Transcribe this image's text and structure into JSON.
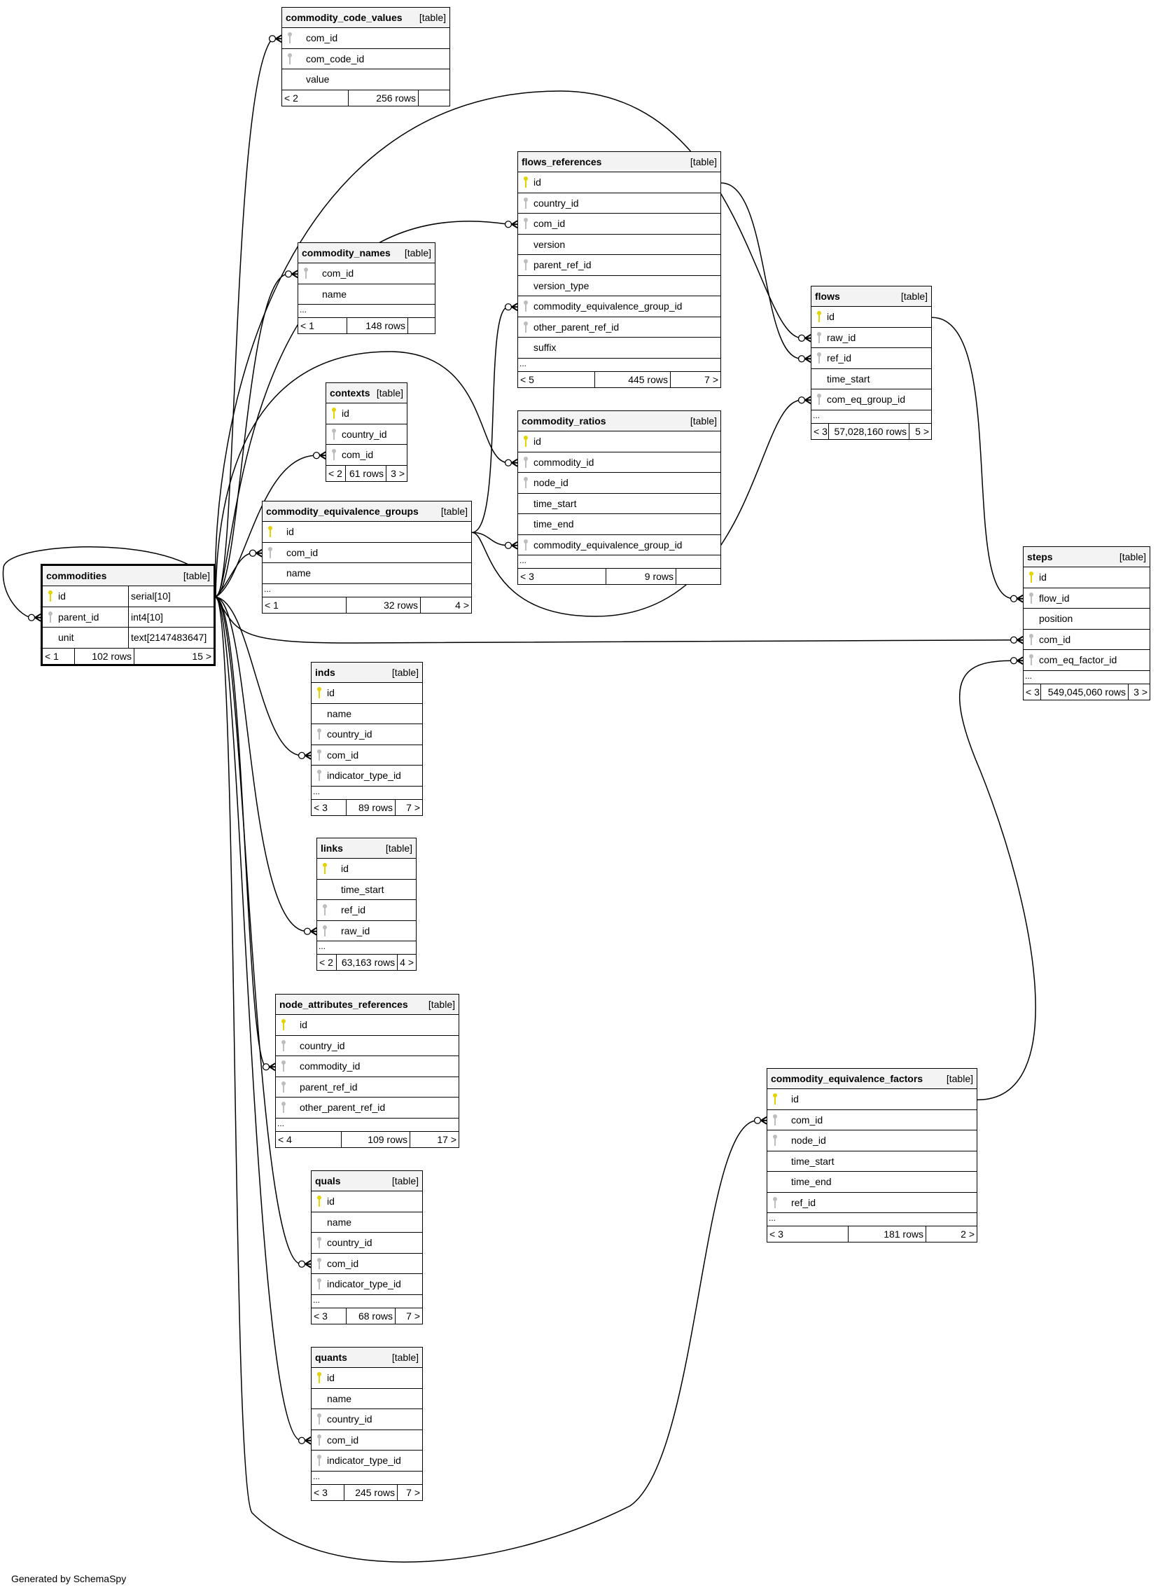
{
  "footer": "Generated by SchemaSpy",
  "colors": {
    "primary_key": "#e3d400",
    "foreign_key": "#bdbdbd",
    "header_bg": "#f3f3f3",
    "line": "#000000"
  },
  "tables": {
    "commodity_code_values": {
      "name": "commodity_code_values",
      "kind": "[table]",
      "columns": [
        {
          "name": "com_id",
          "key": "fk"
        },
        {
          "name": "com_code_id",
          "key": "fk"
        },
        {
          "name": "value",
          "key": ""
        }
      ],
      "more": "",
      "parents": "< 2",
      "rows": "256 rows",
      "children": ""
    },
    "flows_references": {
      "name": "flows_references",
      "kind": "[table]",
      "columns": [
        {
          "name": "id",
          "key": "pk"
        },
        {
          "name": "country_id",
          "key": "fk"
        },
        {
          "name": "com_id",
          "key": "fk"
        },
        {
          "name": "version",
          "key": ""
        },
        {
          "name": "parent_ref_id",
          "key": "fk"
        },
        {
          "name": "version_type",
          "key": ""
        },
        {
          "name": "commodity_equivalence_group_id",
          "key": "fk"
        },
        {
          "name": "other_parent_ref_id",
          "key": "fk"
        },
        {
          "name": "suffix",
          "key": ""
        }
      ],
      "more": "...",
      "parents": "< 5",
      "rows": "445 rows",
      "children": "7 >"
    },
    "commodity_names": {
      "name": "commodity_names",
      "kind": "[table]",
      "columns": [
        {
          "name": "com_id",
          "key": "fk"
        },
        {
          "name": "name",
          "key": ""
        }
      ],
      "more": "...",
      "parents": "< 1",
      "rows": "148 rows",
      "children": ""
    },
    "flows": {
      "name": "flows",
      "kind": "[table]",
      "columns": [
        {
          "name": "id",
          "key": "pk"
        },
        {
          "name": "raw_id",
          "key": "fk"
        },
        {
          "name": "ref_id",
          "key": "fk"
        },
        {
          "name": "time_start",
          "key": ""
        },
        {
          "name": "com_eq_group_id",
          "key": "fk"
        }
      ],
      "more": "...",
      "parents": "< 3",
      "rows": "57,028,160 rows",
      "children": "5 >"
    },
    "contexts": {
      "name": "contexts",
      "kind": "[table]",
      "columns": [
        {
          "name": "id",
          "key": "pk"
        },
        {
          "name": "country_id",
          "key": "fk"
        },
        {
          "name": "com_id",
          "key": "fk"
        }
      ],
      "more": "",
      "parents": "< 2",
      "rows": "61 rows",
      "children": "3 >"
    },
    "commodity_ratios": {
      "name": "commodity_ratios",
      "kind": "[table]",
      "columns": [
        {
          "name": "id",
          "key": "pk"
        },
        {
          "name": "commodity_id",
          "key": "fk"
        },
        {
          "name": "node_id",
          "key": "fk"
        },
        {
          "name": "time_start",
          "key": ""
        },
        {
          "name": "time_end",
          "key": ""
        },
        {
          "name": "commodity_equivalence_group_id",
          "key": "fk"
        }
      ],
      "more": "...",
      "parents": "< 3",
      "rows": "9 rows",
      "children": ""
    },
    "commodity_equivalence_groups": {
      "name": "commodity_equivalence_groups",
      "kind": "[table]",
      "columns": [
        {
          "name": "id",
          "key": "pk"
        },
        {
          "name": "com_id",
          "key": "fk"
        },
        {
          "name": "name",
          "key": ""
        }
      ],
      "more": "...",
      "parents": "< 1",
      "rows": "32 rows",
      "children": "4 >"
    },
    "commodities": {
      "name": "commodities",
      "kind": "[table]",
      "columns": [
        {
          "name": "id",
          "key": "pk",
          "type": "serial[10]"
        },
        {
          "name": "parent_id",
          "key": "fk",
          "type": "int4[10]"
        },
        {
          "name": "unit",
          "key": "",
          "type": "text[2147483647]"
        }
      ],
      "more": "",
      "parents": "< 1",
      "rows": "102 rows",
      "children": "15 >"
    },
    "steps": {
      "name": "steps",
      "kind": "[table]",
      "columns": [
        {
          "name": "id",
          "key": "pk"
        },
        {
          "name": "flow_id",
          "key": "fk"
        },
        {
          "name": "position",
          "key": ""
        },
        {
          "name": "com_id",
          "key": "fk"
        },
        {
          "name": "com_eq_factor_id",
          "key": "fk"
        }
      ],
      "more": "...",
      "parents": "< 3",
      "rows": "549,045,060 rows",
      "children": "3 >"
    },
    "inds": {
      "name": "inds",
      "kind": "[table]",
      "columns": [
        {
          "name": "id",
          "key": "pk"
        },
        {
          "name": "name",
          "key": ""
        },
        {
          "name": "country_id",
          "key": "fk"
        },
        {
          "name": "com_id",
          "key": "fk"
        },
        {
          "name": "indicator_type_id",
          "key": "fk"
        }
      ],
      "more": "...",
      "parents": "< 3",
      "rows": "89 rows",
      "children": "7 >"
    },
    "links": {
      "name": "links",
      "kind": "[table]",
      "columns": [
        {
          "name": "id",
          "key": "pk"
        },
        {
          "name": "time_start",
          "key": ""
        },
        {
          "name": "ref_id",
          "key": "fk"
        },
        {
          "name": "raw_id",
          "key": "fk"
        }
      ],
      "more": "...",
      "parents": "< 2",
      "rows": "63,163 rows",
      "children": "4 >"
    },
    "node_attributes_references": {
      "name": "node_attributes_references",
      "kind": "[table]",
      "columns": [
        {
          "name": "id",
          "key": "pk"
        },
        {
          "name": "country_id",
          "key": "fk"
        },
        {
          "name": "commodity_id",
          "key": "fk"
        },
        {
          "name": "parent_ref_id",
          "key": "fk"
        },
        {
          "name": "other_parent_ref_id",
          "key": "fk"
        }
      ],
      "more": "...",
      "parents": "< 4",
      "rows": "109 rows",
      "children": "17 >"
    },
    "commodity_equivalence_factors": {
      "name": "commodity_equivalence_factors",
      "kind": "[table]",
      "columns": [
        {
          "name": "id",
          "key": "pk"
        },
        {
          "name": "com_id",
          "key": "fk"
        },
        {
          "name": "node_id",
          "key": "fk"
        },
        {
          "name": "time_start",
          "key": ""
        },
        {
          "name": "time_end",
          "key": ""
        },
        {
          "name": "ref_id",
          "key": "fk"
        }
      ],
      "more": "...",
      "parents": "< 3",
      "rows": "181 rows",
      "children": "2 >"
    },
    "quals": {
      "name": "quals",
      "kind": "[table]",
      "columns": [
        {
          "name": "id",
          "key": "pk"
        },
        {
          "name": "name",
          "key": ""
        },
        {
          "name": "country_id",
          "key": "fk"
        },
        {
          "name": "com_id",
          "key": "fk"
        },
        {
          "name": "indicator_type_id",
          "key": "fk"
        }
      ],
      "more": "...",
      "parents": "< 3",
      "rows": "68 rows",
      "children": "7 >"
    },
    "quants": {
      "name": "quants",
      "kind": "[table]",
      "columns": [
        {
          "name": "id",
          "key": "pk"
        },
        {
          "name": "name",
          "key": ""
        },
        {
          "name": "country_id",
          "key": "fk"
        },
        {
          "name": "com_id",
          "key": "fk"
        },
        {
          "name": "indicator_type_id",
          "key": "fk"
        }
      ],
      "more": "...",
      "parents": "< 3",
      "rows": "245 rows",
      "children": "7 >"
    }
  },
  "relationships": [
    {
      "from": "commodities.id",
      "to": "commodity_code_values.com_id"
    },
    {
      "from": "commodities.id",
      "to": "flows_references.com_id"
    },
    {
      "from": "commodities.id",
      "to": "commodity_names.com_id"
    },
    {
      "from": "commodities.id",
      "to": "flows.raw_id"
    },
    {
      "from": "commodities.id",
      "to": "contexts.com_id"
    },
    {
      "from": "commodities.id",
      "to": "commodity_ratios.commodity_id"
    },
    {
      "from": "commodities.id",
      "to": "commodity_equivalence_groups.com_id"
    },
    {
      "from": "commodities.id",
      "to": "commodities.parent_id"
    },
    {
      "from": "commodities.id",
      "to": "steps.com_id"
    },
    {
      "from": "commodities.id",
      "to": "inds.com_id"
    },
    {
      "from": "commodities.id",
      "to": "links.raw_id"
    },
    {
      "from": "commodities.id",
      "to": "node_attributes_references.commodity_id"
    },
    {
      "from": "commodities.id",
      "to": "quals.com_id"
    },
    {
      "from": "commodities.id",
      "to": "quants.com_id"
    },
    {
      "from": "commodities.id",
      "to": "commodity_equivalence_factors.com_id"
    },
    {
      "from": "commodity_equivalence_groups.id",
      "to": "flows_references.commodity_equivalence_group_id"
    },
    {
      "from": "commodity_equivalence_groups.id",
      "to": "commodity_ratios.commodity_equivalence_group_id"
    },
    {
      "from": "commodity_equivalence_groups.id",
      "to": "flows.com_eq_group_id"
    },
    {
      "from": "flows_references.id",
      "to": "flows.ref_id"
    },
    {
      "from": "flows.id",
      "to": "steps.flow_id"
    },
    {
      "from": "commodity_equivalence_factors.id",
      "to": "steps.com_eq_factor_id"
    }
  ]
}
